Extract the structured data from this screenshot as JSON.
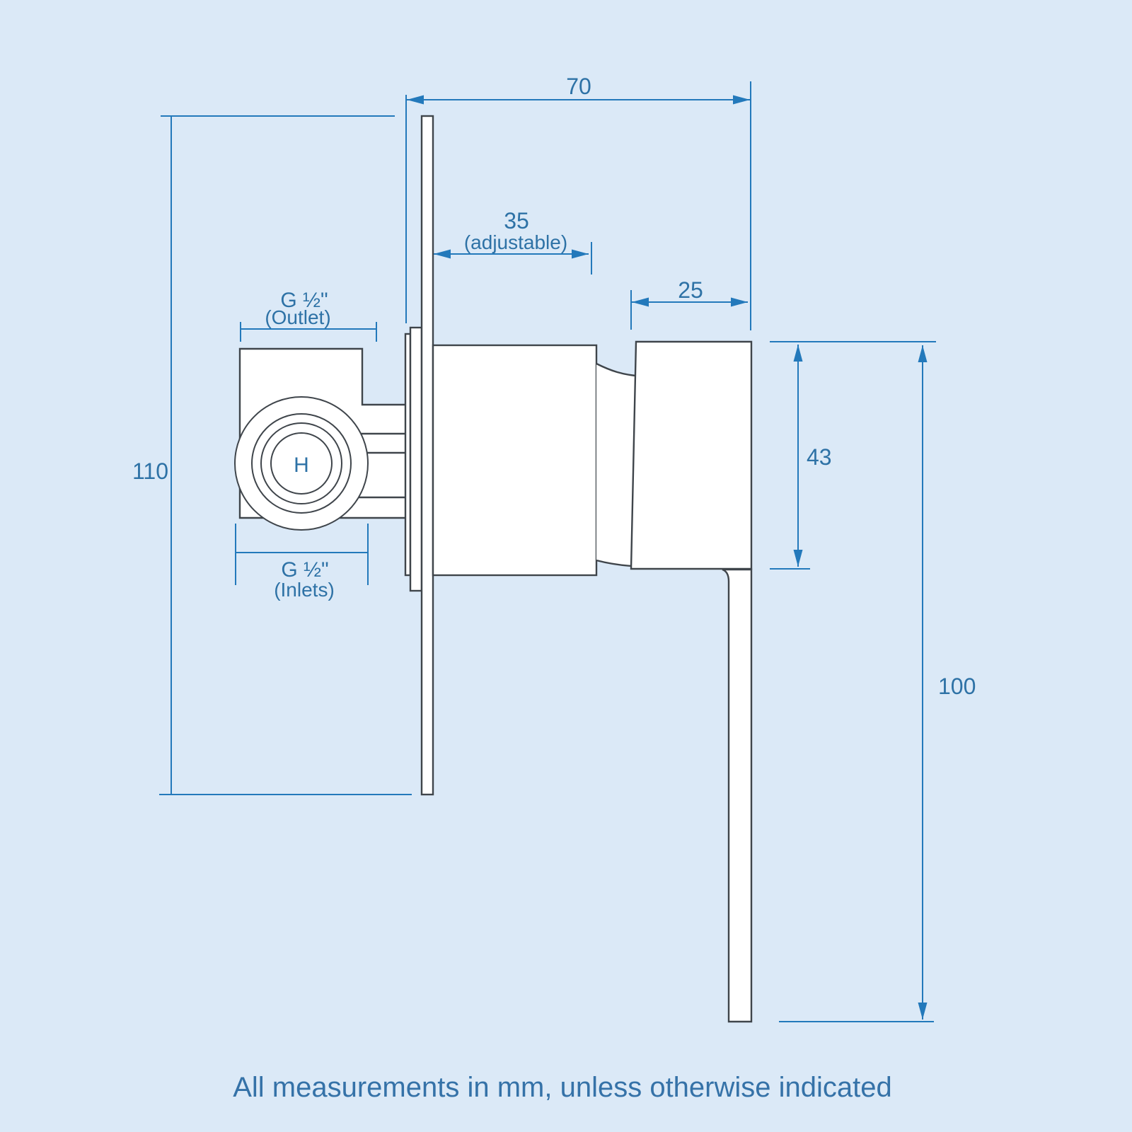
{
  "diagram": {
    "caption": "All measurements in mm, unless otherwise indicated",
    "hot_indicator": "H",
    "dims": {
      "total_depth": "70",
      "adjustable_depth": "35",
      "adjustable_note": "(adjustable)",
      "knob_depth": "25",
      "plate_height": "110",
      "knob_height": "43",
      "lever_length": "100",
      "outlet_thread": "G ½\"",
      "outlet_note": "(Outlet)",
      "inlet_thread": "G ½\"",
      "inlet_note": "(Inlets)"
    },
    "colors": {
      "background": "#dbe9f7",
      "dimension_blue": "#2379bb",
      "text_blue": "#2e72a6",
      "outline_gray": "#3f454b",
      "part_fill": "#ffffff"
    }
  }
}
